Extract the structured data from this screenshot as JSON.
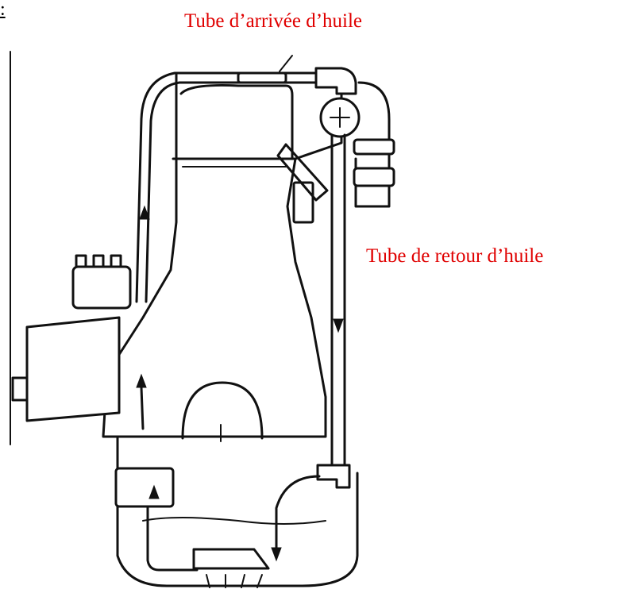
{
  "labels": {
    "corner_mark": ":",
    "oil_inlet_tube": "Tube d’arrivée d’huile",
    "oil_return_tube": "Tube de retour d’huile"
  },
  "colors": {
    "label_color": "#e00000",
    "line_color": "#111111",
    "background": "#ffffff"
  },
  "diagram": {
    "subject": "engine oil circuit cross-section",
    "flow_arrows": "oil flow up through inlet tube, down through return tube into sump"
  }
}
